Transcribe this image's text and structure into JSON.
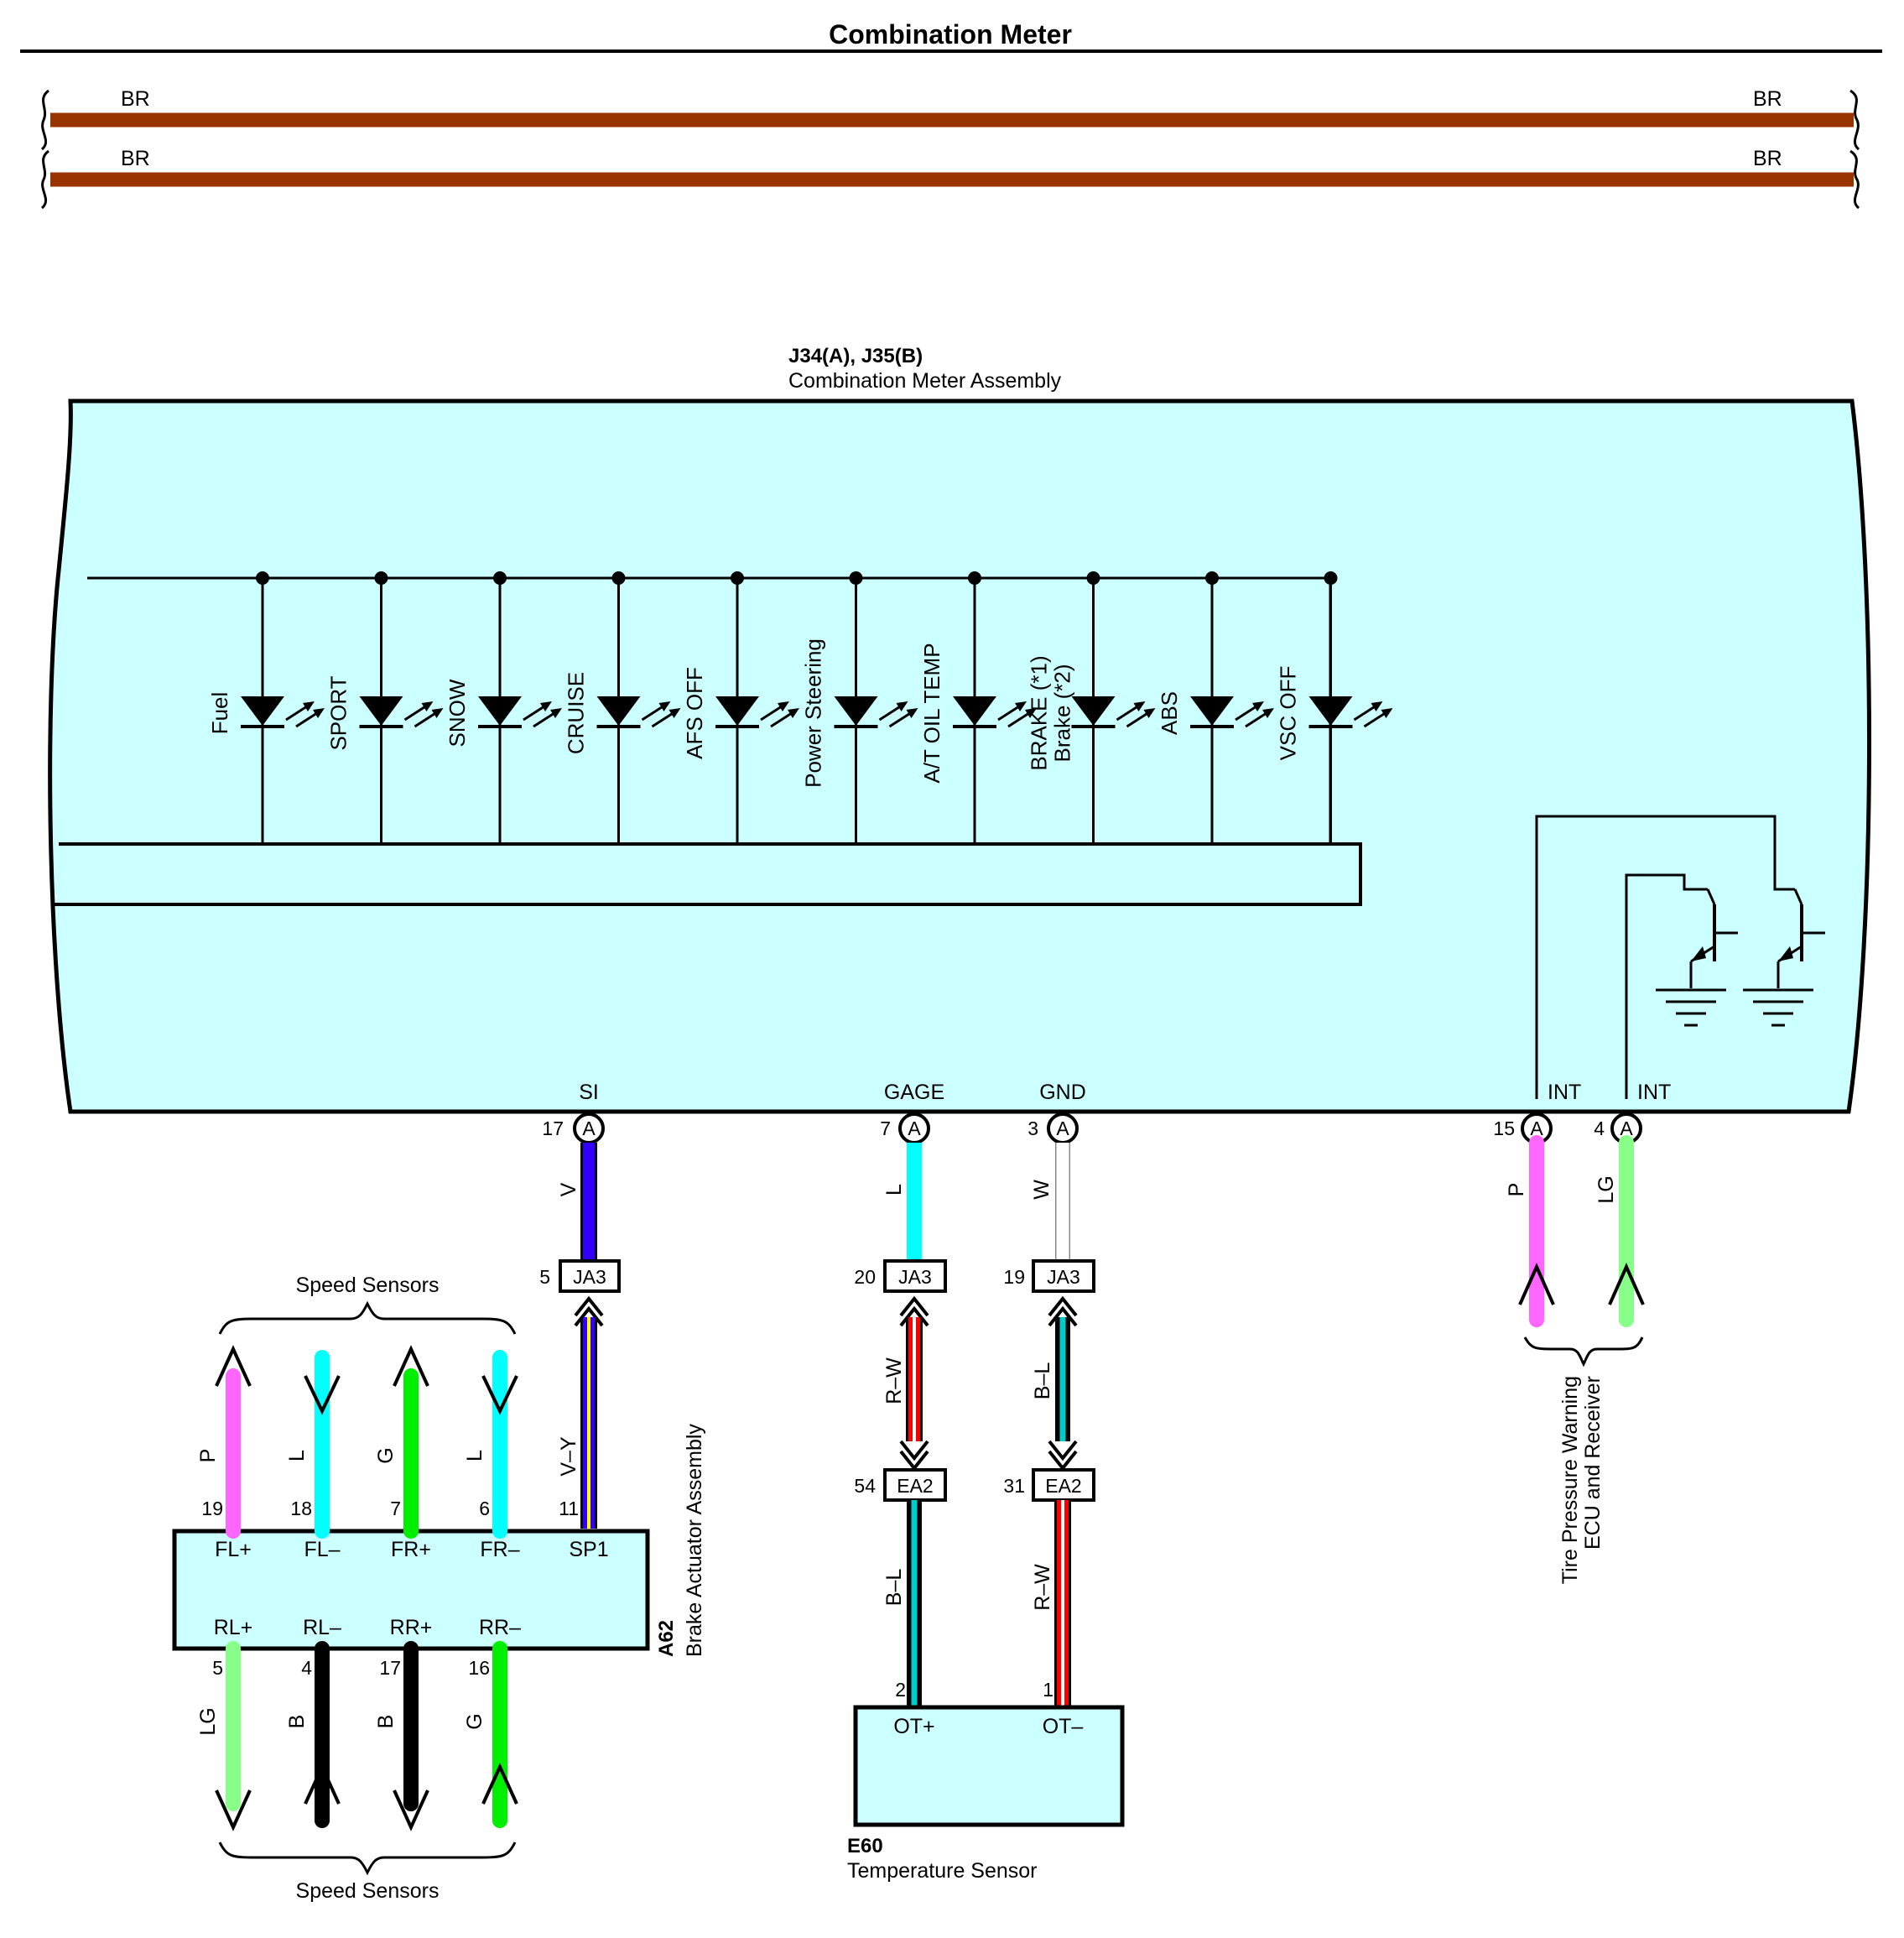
{
  "title": "Combination Meter",
  "bus_wires": [
    {
      "left_label": "BR",
      "right_label": "BR",
      "color": "#993300"
    },
    {
      "left_label": "BR",
      "right_label": "BR",
      "color": "#993300"
    }
  ],
  "meter_assembly": {
    "code": "J34(A), J35(B)",
    "name": "Combination Meter Assembly",
    "fill": "#ccffff"
  },
  "lamps": [
    {
      "label": "Fuel"
    },
    {
      "label": "SPORT"
    },
    {
      "label": "SNOW"
    },
    {
      "label": "CRUISE"
    },
    {
      "label": "AFS OFF"
    },
    {
      "label": "Power Steering"
    },
    {
      "label": "A/T OIL TEMP"
    },
    {
      "label": "BRAKE (*1)",
      "label2": "Brake (*2)"
    },
    {
      "label": "ABS"
    },
    {
      "label": "VSC OFF"
    }
  ],
  "meter_terminals": [
    {
      "name": "SI",
      "pin": "17",
      "conn": "A"
    },
    {
      "name": "GAGE",
      "pin": "7",
      "conn": "A"
    },
    {
      "name": "GND",
      "pin": "3",
      "conn": "A"
    },
    {
      "name": "INT",
      "pin": "15",
      "conn": "A"
    },
    {
      "name": "INT",
      "pin": "4",
      "conn": "A"
    }
  ],
  "wires": {
    "si_upper": {
      "label": "V",
      "color": "#3300ff"
    },
    "gage_upper": {
      "label": "L",
      "color": "#00ffff"
    },
    "gnd_upper": {
      "label": "W",
      "color": "#ffffff"
    },
    "int15": {
      "label": "P",
      "color": "#ff66ff"
    },
    "int4": {
      "label": "LG",
      "color": "#88ff88"
    },
    "si_lower": {
      "label": "V–Y",
      "color": "#3300ff",
      "stripe": "#ffff00"
    },
    "gage_mid": {
      "label": "R–W",
      "color": "#ff0000",
      "stripe": "#ffffff"
    },
    "gnd_mid": {
      "label": "B–L",
      "color": "#000000",
      "stripe": "#00ffff"
    },
    "gage_lower": {
      "label": "B–L",
      "color": "#000000",
      "stripe": "#00ffff"
    },
    "gnd_lower": {
      "label": "R–W",
      "color": "#ff0000",
      "stripe": "#ffffff"
    }
  },
  "junctions": [
    {
      "code": "JA3",
      "pin": "5"
    },
    {
      "code": "JA3",
      "pin": "20"
    },
    {
      "code": "JA3",
      "pin": "19"
    },
    {
      "code": "EA2",
      "pin": "54"
    },
    {
      "code": "EA2",
      "pin": "31"
    }
  ],
  "speed_sensors_label_top": "Speed Sensors",
  "speed_sensors_label_bottom": "Speed Sensors",
  "brake_actuator": {
    "code": "A62",
    "name": "Brake Actuator Assembly",
    "fill": "#ccffff",
    "top_terminals": [
      {
        "name": "FL+",
        "pin": "19",
        "wire": "P",
        "color": "#ff66ff"
      },
      {
        "name": "FL–",
        "pin": "18",
        "wire": "L",
        "color": "#00ffff"
      },
      {
        "name": "FR+",
        "pin": "7",
        "wire": "G",
        "color": "#00ee00"
      },
      {
        "name": "FR–",
        "pin": "6",
        "wire": "L",
        "color": "#00ffff"
      },
      {
        "name": "SP1",
        "pin": "11"
      }
    ],
    "bottom_terminals": [
      {
        "name": "RL+",
        "pin": "5",
        "wire": "LG",
        "color": "#88ff88"
      },
      {
        "name": "RL–",
        "pin": "4",
        "wire": "B",
        "color": "#000000"
      },
      {
        "name": "RR+",
        "pin": "17",
        "wire": "B",
        "color": "#000000"
      },
      {
        "name": "RR–",
        "pin": "16",
        "wire": "G",
        "color": "#00ee00"
      }
    ]
  },
  "temp_sensor": {
    "code": "E60",
    "name": "Temperature Sensor",
    "fill": "#ccffff",
    "terminals": [
      {
        "name": "OT+",
        "pin": "2"
      },
      {
        "name": "OT–",
        "pin": "1"
      }
    ]
  },
  "tpw": {
    "line1": "Tire Pressure Warning",
    "line2": "ECU and Receiver"
  }
}
